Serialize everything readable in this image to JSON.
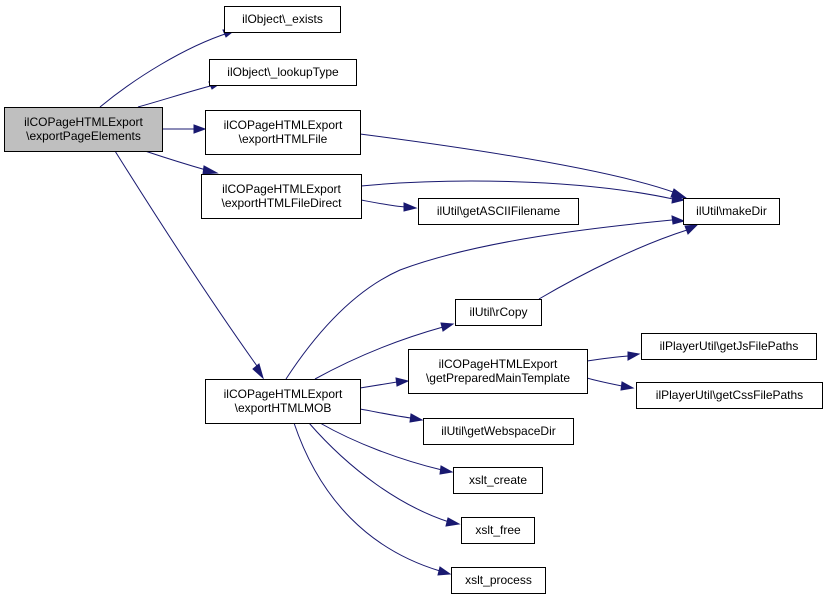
{
  "diagram": {
    "kind": "call-graph",
    "colors": {
      "edge": "#191970",
      "root_fill": "#bfbfbf",
      "node_fill": "#ffffff",
      "border": "#000000"
    },
    "nodes": [
      {
        "id": "root",
        "lines": [
          "ilCOPageHTMLExport",
          "\\exportPageElements"
        ],
        "highlighted": true
      },
      {
        "id": "obj_exists",
        "lines": [
          "ilObject\\_exists"
        ]
      },
      {
        "id": "obj_lookup",
        "lines": [
          "ilObject\\_lookupType"
        ]
      },
      {
        "id": "exp_html_file",
        "lines": [
          "ilCOPageHTMLExport",
          "\\exportHTMLFile"
        ]
      },
      {
        "id": "exp_html_file_direct",
        "lines": [
          "ilCOPageHTMLExport",
          "\\exportHTMLFileDirect"
        ]
      },
      {
        "id": "make_dir",
        "lines": [
          "ilUtil\\makeDir"
        ]
      },
      {
        "id": "ascii_filename",
        "lines": [
          "ilUtil\\getASCIIFilename"
        ]
      },
      {
        "id": "rcopy",
        "lines": [
          "ilUtil\\rCopy"
        ]
      },
      {
        "id": "prep_main_tpl",
        "lines": [
          "ilCOPageHTMLExport",
          "\\getPreparedMainTemplate"
        ]
      },
      {
        "id": "js_paths",
        "lines": [
          "ilPlayerUtil\\getJsFilePaths"
        ]
      },
      {
        "id": "css_paths",
        "lines": [
          "ilPlayerUtil\\getCssFilePaths"
        ]
      },
      {
        "id": "exp_html_mob",
        "lines": [
          "ilCOPageHTMLExport",
          "\\exportHTMLMOB"
        ]
      },
      {
        "id": "webspace_dir",
        "lines": [
          "ilUtil\\getWebspaceDir"
        ]
      },
      {
        "id": "xslt_create",
        "lines": [
          "xslt_create"
        ]
      },
      {
        "id": "xslt_free",
        "lines": [
          "xslt_free"
        ]
      },
      {
        "id": "xslt_process",
        "lines": [
          "xslt_process"
        ]
      }
    ],
    "edges": [
      {
        "from": "root",
        "to": "obj_exists"
      },
      {
        "from": "root",
        "to": "obj_lookup"
      },
      {
        "from": "root",
        "to": "exp_html_file"
      },
      {
        "from": "root",
        "to": "exp_html_file_direct"
      },
      {
        "from": "root",
        "to": "exp_html_mob"
      },
      {
        "from": "exp_html_file",
        "to": "make_dir"
      },
      {
        "from": "exp_html_file_direct",
        "to": "make_dir"
      },
      {
        "from": "exp_html_file_direct",
        "to": "ascii_filename"
      },
      {
        "from": "exp_html_mob",
        "to": "make_dir"
      },
      {
        "from": "exp_html_mob",
        "to": "rcopy"
      },
      {
        "from": "exp_html_mob",
        "to": "prep_main_tpl"
      },
      {
        "from": "exp_html_mob",
        "to": "webspace_dir"
      },
      {
        "from": "exp_html_mob",
        "to": "xslt_create"
      },
      {
        "from": "exp_html_mob",
        "to": "xslt_free"
      },
      {
        "from": "exp_html_mob",
        "to": "xslt_process"
      },
      {
        "from": "rcopy",
        "to": "make_dir"
      },
      {
        "from": "prep_main_tpl",
        "to": "js_paths"
      },
      {
        "from": "prep_main_tpl",
        "to": "css_paths"
      }
    ]
  }
}
